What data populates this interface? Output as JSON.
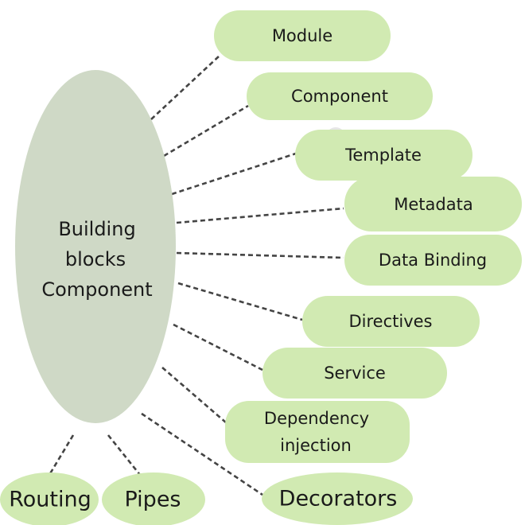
{
  "diagram": {
    "center": {
      "lines": [
        "Building",
        "blocks",
        "Component"
      ]
    },
    "colors": {
      "node_fill": "#d1eab2",
      "center_fill": "#cfd9c6",
      "connector": "#444444",
      "text": "#1a1a1a"
    },
    "nodes": [
      {
        "id": "module",
        "lines": [
          "Module"
        ]
      },
      {
        "id": "component",
        "lines": [
          "Component"
        ]
      },
      {
        "id": "template",
        "lines": [
          "Template"
        ]
      },
      {
        "id": "metadata",
        "lines": [
          "Metadata"
        ]
      },
      {
        "id": "data-binding",
        "lines": [
          "Data Binding"
        ]
      },
      {
        "id": "directives",
        "lines": [
          "Directives"
        ]
      },
      {
        "id": "service",
        "lines": [
          "Service"
        ]
      },
      {
        "id": "dependency-injection",
        "lines": [
          "Dependency",
          "injection"
        ]
      },
      {
        "id": "decorators",
        "lines": [
          "Decorators"
        ]
      },
      {
        "id": "routing",
        "lines": [
          "Routing"
        ]
      },
      {
        "id": "pipes",
        "lines": [
          "Pipes"
        ]
      }
    ]
  }
}
